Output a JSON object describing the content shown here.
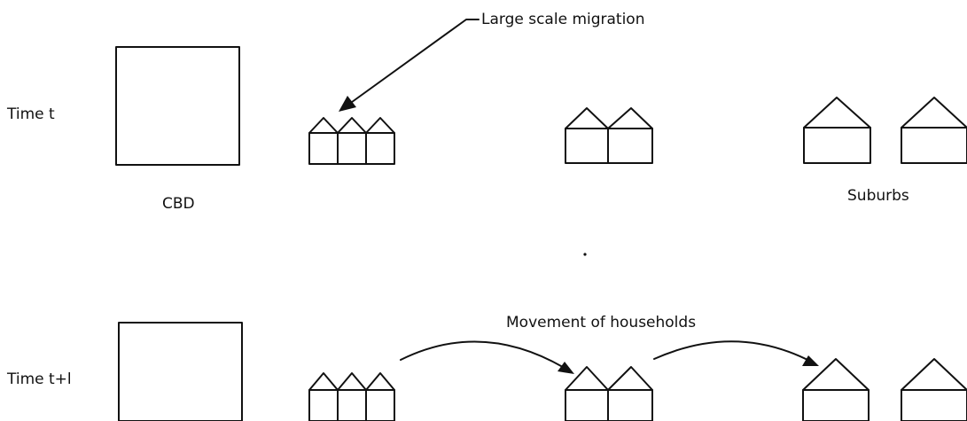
{
  "rows": [
    {
      "time_label": "Time t"
    },
    {
      "time_label": "Time t+l"
    }
  ],
  "labels": {
    "cbd": "CBD",
    "suburbs": "Suburbs",
    "migration": "Large scale migration",
    "movement": "Movement of households"
  }
}
